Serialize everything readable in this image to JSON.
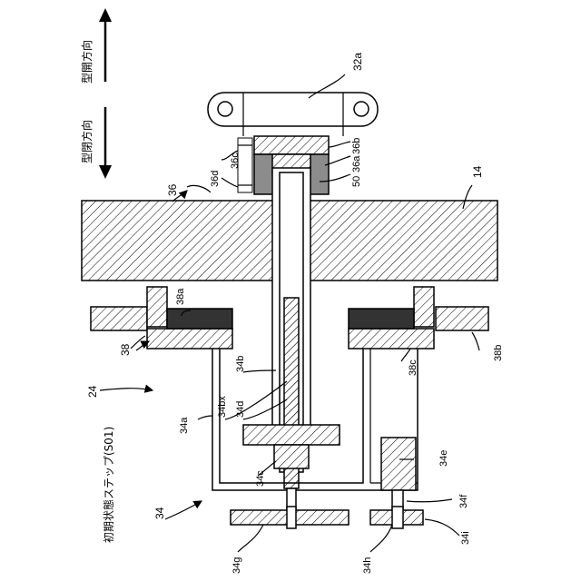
{
  "direction_labels": {
    "upper": "型開方向",
    "lower": "型閉方向"
  },
  "title_vertical": "初期状態ステップ(S01)",
  "labels": {
    "l32a": "32a",
    "l36d": "36d",
    "l36c": "36c",
    "l36b": "36b",
    "l36a": "36a",
    "l50": "50",
    "l36": "36",
    "l14": "14",
    "l38a": "38a",
    "l38": "38",
    "l38c": "38c",
    "l38b": "38b",
    "l24": "24",
    "l34b": "34b",
    "l34bx": "34bx",
    "l34d": "34d",
    "l34a": "34a",
    "l34e": "34e",
    "l34c": "34c",
    "l34": "34",
    "l34f": "34f",
    "l34g": "34g",
    "l34h": "34h",
    "l34i": "34i"
  }
}
